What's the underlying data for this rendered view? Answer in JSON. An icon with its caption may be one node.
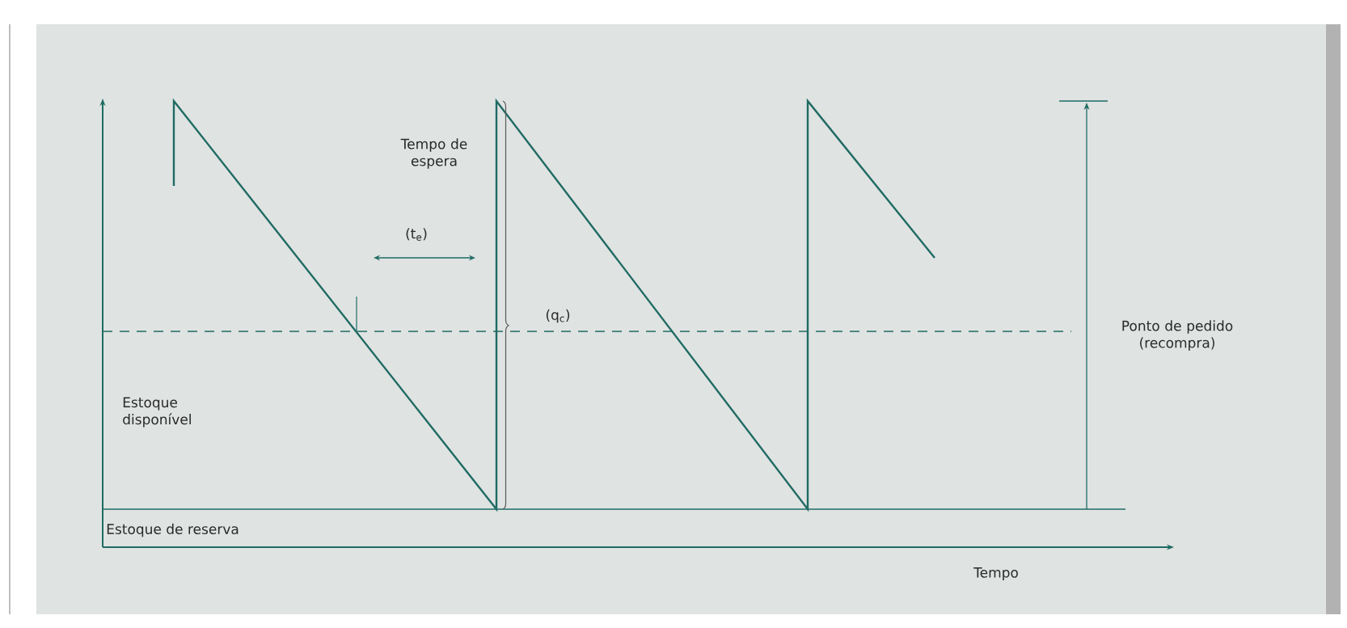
{
  "diagram": {
    "labels": [
      "Tempo de espera",
      "(t$_{e}$)",
      "(q$_{c}$)",
      "Estoque disponível",
      "Ponto de pedido (recompra)",
      "Estoque de reserva",
      "Tempo"
    ]
  }
}
